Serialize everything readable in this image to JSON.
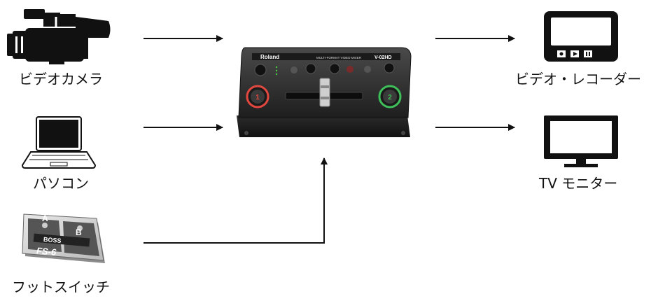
{
  "inputs": {
    "camera": {
      "label": "ビデオカメラ",
      "icon": "video-camera-icon"
    },
    "pc": {
      "label": "パソコン",
      "icon": "laptop-icon"
    },
    "footswitch": {
      "label": "フットスイッチ",
      "icon": "footswitch-icon",
      "device_text": "FS-6",
      "brand": "BOSS",
      "button_a": "A",
      "button_b": "B"
    }
  },
  "mixer": {
    "brand": "Roland",
    "model": "V-02HD",
    "subtitle": "MULTI-FORMAT VIDEO MIXER",
    "button_1": "1",
    "button_2": "2",
    "icon": "video-mixer-icon"
  },
  "outputs": {
    "recorder": {
      "label": "ビデオ・レコーダー",
      "icon": "video-recorder-icon"
    },
    "tv": {
      "label": "TV モニター",
      "icon": "tv-monitor-icon"
    }
  },
  "colors": {
    "line": "#111111",
    "button1_ring": "#e2483f",
    "button2_ring": "#3fbf5a",
    "mixer_body": "#2a2a2a"
  }
}
